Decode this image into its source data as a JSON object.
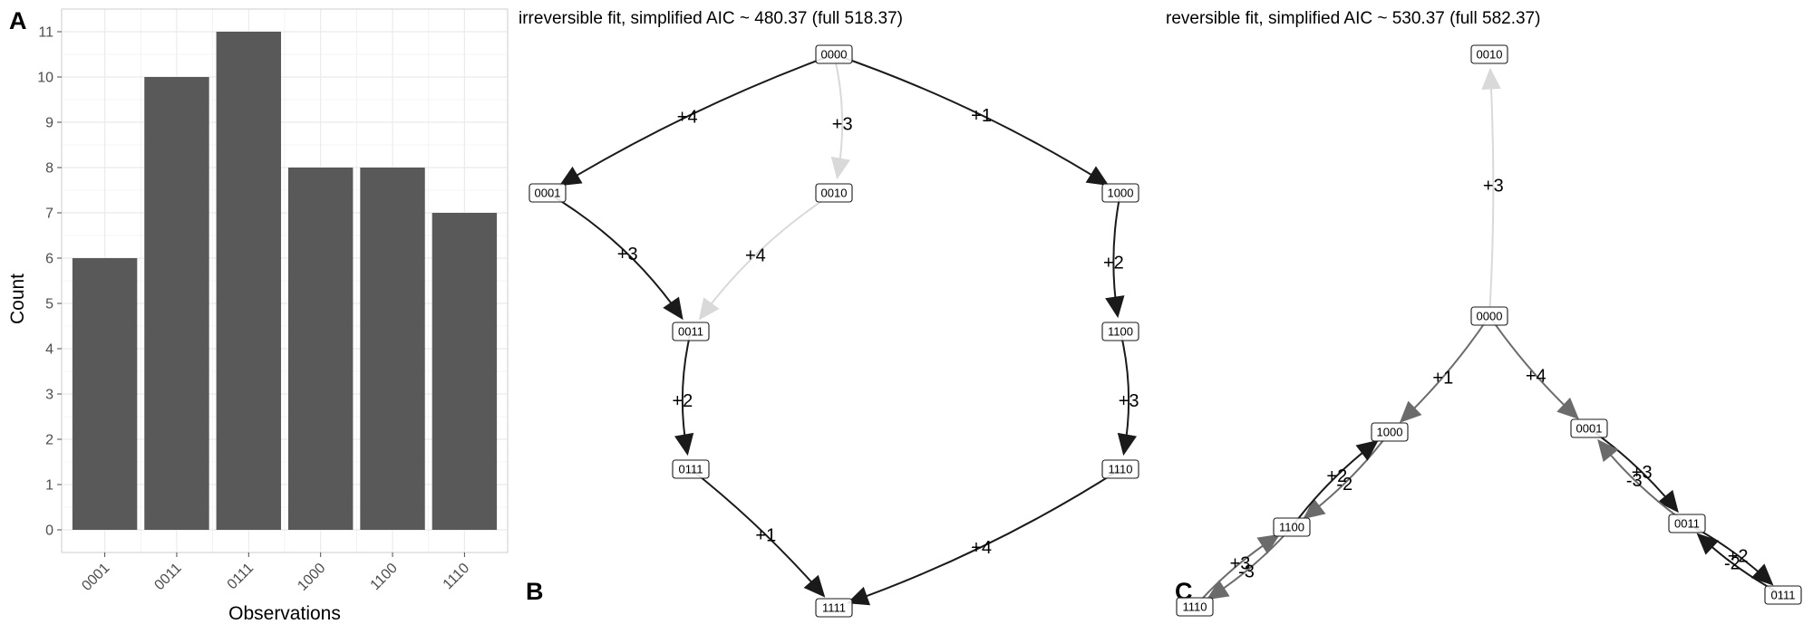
{
  "panels": {
    "a": "A",
    "b": "B",
    "c": "C"
  },
  "colors": {
    "bar": "#595959",
    "grid": "#ebebeb",
    "panel_border": "#d9d9d9",
    "edge_dark": "#1a1a1a",
    "edge_light": "#d9d9d9",
    "edge_mid": "#6b6b6b"
  },
  "chart_data": [
    {
      "type": "bar",
      "categories": [
        "0001",
        "0011",
        "0111",
        "1000",
        "1100",
        "1110"
      ],
      "values": [
        6,
        10,
        11,
        8,
        8,
        7
      ],
      "xlabel": "Observations",
      "ylabel": "Count",
      "ylim": [
        -0.5,
        11.5
      ],
      "yticks": [
        "0",
        "1",
        "2",
        "3",
        "4",
        "5",
        "6",
        "7",
        "8",
        "9",
        "10",
        "11"
      ],
      "grid": true
    }
  ],
  "graphs": [
    {
      "title": "irreversible fit, simplified AIC ~ 480.37 (full 518.37)",
      "nodes": [
        "0000",
        "0001",
        "0010",
        "1000",
        "0011",
        "1100",
        "0111",
        "1110",
        "1111"
      ],
      "edges": [
        {
          "from": "0000",
          "to": "0001",
          "label": "+4",
          "shade": "dark"
        },
        {
          "from": "0000",
          "to": "0010",
          "label": "+3",
          "shade": "light"
        },
        {
          "from": "0000",
          "to": "1000",
          "label": "+1",
          "shade": "dark"
        },
        {
          "from": "0001",
          "to": "0011",
          "label": "+3",
          "shade": "dark"
        },
        {
          "from": "0010",
          "to": "0011",
          "label": "+4",
          "shade": "light"
        },
        {
          "from": "1000",
          "to": "1100",
          "label": "+2",
          "shade": "dark"
        },
        {
          "from": "0011",
          "to": "0111",
          "label": "+2",
          "shade": "dark"
        },
        {
          "from": "1100",
          "to": "1110",
          "label": "+3",
          "shade": "dark"
        },
        {
          "from": "0111",
          "to": "1111",
          "label": "+1",
          "shade": "dark"
        },
        {
          "from": "1110",
          "to": "1111",
          "label": "+4",
          "shade": "dark"
        }
      ]
    },
    {
      "title": "reversible fit, simplified AIC ~ 530.37 (full 582.37)",
      "nodes": [
        "0010",
        "0000",
        "1000",
        "0001",
        "1100",
        "0011",
        "1110",
        "0111"
      ],
      "edges": [
        {
          "from": "0000",
          "to": "0010",
          "label": "+3",
          "shade": "light"
        },
        {
          "from": "0000",
          "to": "1000",
          "label": "+1",
          "shade": "mid"
        },
        {
          "from": "0000",
          "to": "0001",
          "label": "+4",
          "shade": "mid"
        },
        {
          "from": "1000",
          "to": "1100",
          "label": "-2",
          "shade": "mid"
        },
        {
          "from": "1100",
          "to": "1000",
          "label": "+2",
          "shade": "dark"
        },
        {
          "from": "1100",
          "to": "1110",
          "label": "-3",
          "shade": "mid"
        },
        {
          "from": "1110",
          "to": "1100",
          "label": "+3",
          "shade": "mid"
        },
        {
          "from": "0001",
          "to": "0011",
          "label": "+3",
          "shade": "dark"
        },
        {
          "from": "0011",
          "to": "0001",
          "label": "-3",
          "shade": "mid"
        },
        {
          "from": "0011",
          "to": "0111",
          "label": "+2",
          "shade": "dark"
        },
        {
          "from": "0111",
          "to": "0011",
          "label": "-2",
          "shade": "dark"
        }
      ]
    }
  ]
}
